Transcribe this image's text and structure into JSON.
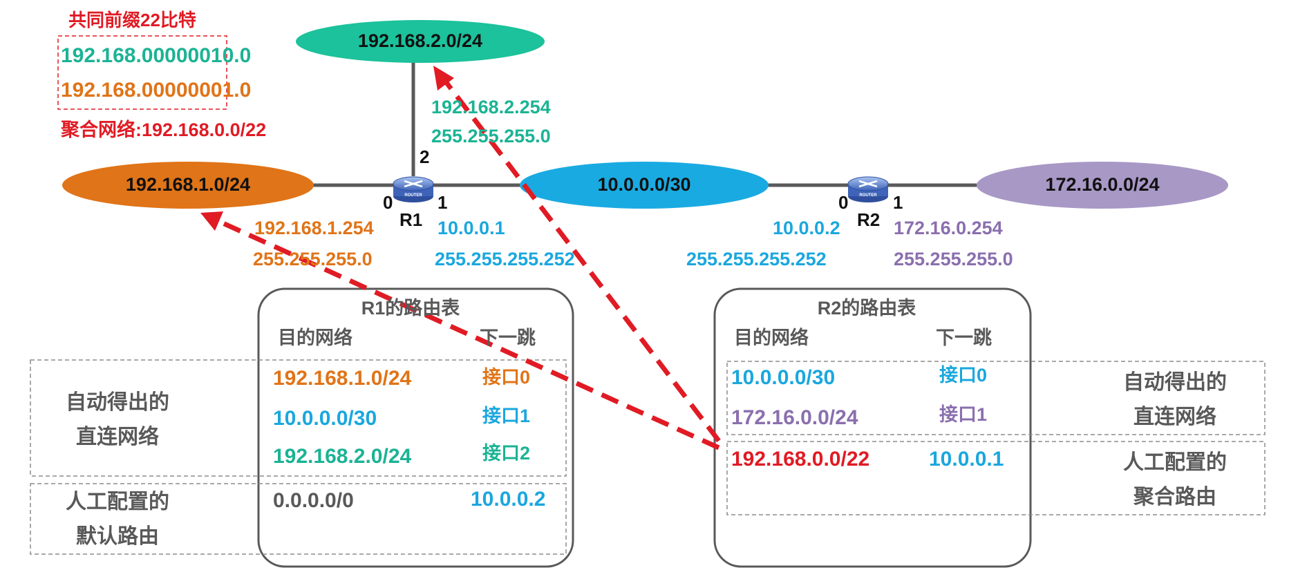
{
  "colors": {
    "green": "#1bb394",
    "orange": "#e07418",
    "blue": "#1aa7de",
    "purple": "#8a6fae",
    "red": "#e01b24",
    "gray": "#595959"
  },
  "aggregation": {
    "title": "共同前缀22比特",
    "line1_prefix": "192.168.000000",
    "line1_suffix": "10.0",
    "line2_prefix": "192.168.000000",
    "line2_suffix": "01.0",
    "result": "聚合网络:192.168.0.0/22"
  },
  "networks": {
    "net_top": "192.168.2.0/24",
    "net_left": "192.168.1.0/24",
    "net_middle": "10.0.0.0/30",
    "net_right": "172.16.0.0/24"
  },
  "r1": {
    "label": "R1",
    "port0": "0",
    "port1": "1",
    "port2": "2",
    "if2_ip": "192.168.2.254",
    "if2_mask": "255.255.255.0",
    "if0_ip": "192.168.1.254",
    "if0_mask": "255.255.255.0",
    "if1_ip": "10.0.0.1",
    "if1_mask": "255.255.255.252"
  },
  "r2": {
    "label": "R2",
    "port0": "0",
    "port1": "1",
    "if0_ip": "10.0.0.2",
    "if0_mask": "255.255.255.252",
    "if1_ip": "172.16.0.254",
    "if1_mask": "255.255.255.0"
  },
  "r1_table": {
    "title": "R1的路由表",
    "col_dest": "目的网络",
    "col_next": "下一跳",
    "rows": [
      {
        "dest": "192.168.1.0/24",
        "next": "接口0"
      },
      {
        "dest": "10.0.0.0/30",
        "next": "接口1"
      },
      {
        "dest": "192.168.2.0/24",
        "next": "接口2"
      },
      {
        "dest": "0.0.0.0/0",
        "next": "10.0.0.2"
      }
    ]
  },
  "r2_table": {
    "title": "R2的路由表",
    "col_dest": "目的网络",
    "col_next": "下一跳",
    "rows": [
      {
        "dest": "10.0.0.0/30",
        "next": "接口0"
      },
      {
        "dest": "172.16.0.0/24",
        "next": "接口1"
      },
      {
        "dest": "192.168.0.0/22",
        "next": "10.0.0.1"
      }
    ]
  },
  "notes": {
    "left_direct_1": "自动得出的",
    "left_direct_2": "直连网络",
    "left_default_1": "人工配置的",
    "left_default_2": "默认路由",
    "right_direct_1": "自动得出的",
    "right_direct_2": "直连网络",
    "right_agg_1": "人工配置的",
    "right_agg_2": "聚合路由"
  },
  "router_icon_text": "ROUTER"
}
